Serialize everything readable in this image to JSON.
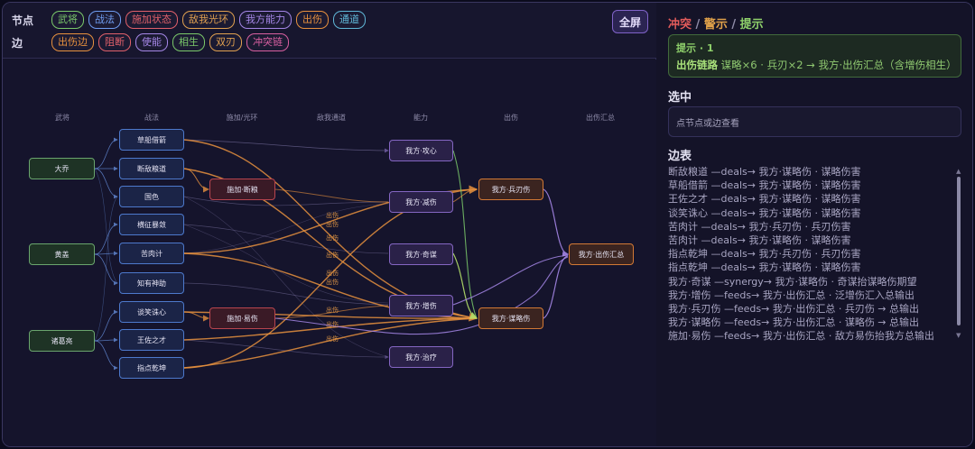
{
  "filters": {
    "node_label": "节点",
    "node_chips": [
      {
        "label": "武将",
        "color": "#7ac86a"
      },
      {
        "label": "战法",
        "color": "#6f9cf0"
      },
      {
        "label": "施加状态",
        "color": "#e0606a"
      },
      {
        "label": "敌我光环",
        "color": "#e0a050"
      },
      {
        "label": "我方能力",
        "color": "#a486e6"
      },
      {
        "label": "出伤",
        "color": "#e6903e"
      },
      {
        "label": "通道",
        "color": "#5fb6d6"
      }
    ],
    "edge_label": "边",
    "edge_chips": [
      {
        "label": "出伤边",
        "color": "#e6903e"
      },
      {
        "label": "阻断",
        "color": "#e0606a"
      },
      {
        "label": "使能",
        "color": "#a486e6"
      },
      {
        "label": "相生",
        "color": "#7ac86a"
      },
      {
        "label": "双刃",
        "color": "#e0a050"
      },
      {
        "label": "冲突链",
        "color": "#d85fa0"
      }
    ],
    "fullscreen_label": "全屏"
  },
  "graph": {
    "columns": [
      "武将",
      "战法",
      "施加/光环",
      "敌我通道",
      "能力",
      "出伤",
      "出伤汇总"
    ],
    "nodes": {
      "dq": "大乔",
      "hg": "黄盖",
      "zgl": "诸葛亮",
      "ccjj": "草船借箭",
      "ddly": "断敌粮道",
      "gs": "国色",
      "hzbq": "横征暴敛",
      "krj": "苦肉计",
      "zysm": "知有神助",
      "txzx": "谈笑诛心",
      "wzzc": "王佐之才",
      "zdqk": "指点乾坤",
      "sjdl": "施加·断粮",
      "sjys": "施加·易伤",
      "gx": "我方·攻心",
      "js": "我方·减伤",
      "qm": "我方·奇谋",
      "zs": "我方·增伤",
      "zl": "我方·治疗",
      "brs": "我方·兵刃伤",
      "mls": "我方·谋略伤",
      "total": "我方·出伤汇总"
    },
    "edge_labels": [
      "出伤",
      "出伤",
      "出伤",
      "出伤",
      "出伤",
      "出伤",
      "出伤",
      "出伤",
      "出伤"
    ]
  },
  "panel": {
    "legend": {
      "conflict": "冲突",
      "sep1": " / ",
      "warning": "警示",
      "sep2": " / ",
      "hint": "提示"
    },
    "hint_box": {
      "title": "提示 · 1",
      "chain_label": "出伤链路",
      "chain_text": " 谋略×6 · 兵刃×2 → 我方·出伤汇总（含增伤相生）"
    },
    "selected_title": "选中",
    "selected_placeholder": "点节点或边查看",
    "edges_title": "边表",
    "edges": [
      "断敌粮道 —deals→ 我方·谋略伤 · 谋略伤害",
      "草船借箭 —deals→ 我方·谋略伤 · 谋略伤害",
      "王佐之才 —deals→ 我方·谋略伤 · 谋略伤害",
      "谈笑诛心 —deals→ 我方·谋略伤 · 谋略伤害",
      "苦肉计 —deals→ 我方·兵刃伤 · 兵刃伤害",
      "苦肉计 —deals→ 我方·谋略伤 · 谋略伤害",
      "指点乾坤 —deals→ 我方·兵刃伤 · 兵刃伤害",
      "指点乾坤 —deals→ 我方·谋略伤 · 谋略伤害",
      "我方·奇谋 —synergy→ 我方·谋略伤 · 奇谋抬谋略伤期望",
      "我方·增伤 —feeds→ 我方·出伤汇总 · 泛增伤汇入总输出",
      "我方·兵刃伤 —feeds→ 我方·出伤汇总 · 兵刃伤 → 总输出",
      "我方·谋略伤 —feeds→ 我方·出伤汇总 · 谋略伤 → 总输出",
      "施加·易伤 —feeds→ 我方·出伤汇总 · 敌方易伤抬我方总输出"
    ]
  },
  "colors": {
    "green": "#7ac86a",
    "blue": "#6f9cf0",
    "red": "#e0606a",
    "orange": "#e6903e",
    "purple": "#a486e6",
    "conflict": "#e25b5b",
    "warning": "#e0a14a",
    "hint": "#8fd16b"
  }
}
